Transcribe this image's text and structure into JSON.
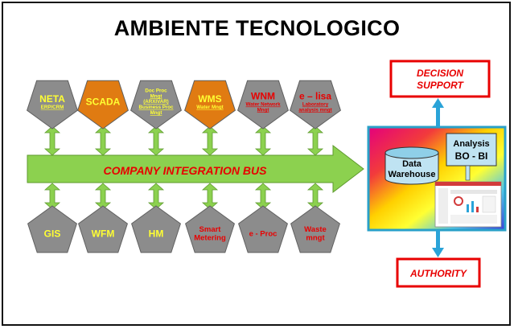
{
  "title": "AMBIENTE TECNOLOGICO",
  "bus_label": "COMPANY INTEGRATION BUS",
  "top_modules": [
    {
      "lines": [
        {
          "t": "NETA",
          "size": "l"
        },
        {
          "t": "ERP/CRM",
          "size": "s"
        }
      ],
      "fill": "#8c8c8c",
      "text_color": "#ffff33"
    },
    {
      "lines": [
        {
          "t": "SCADA",
          "size": "l"
        }
      ],
      "fill": "#e07b12",
      "text_color": "#ffff33"
    },
    {
      "lines": [
        {
          "t": "Doc Proc",
          "size": "s"
        },
        {
          "t": "Mngt",
          "size": "s"
        },
        {
          "t": "(ARXIVAR)",
          "size": "s"
        },
        {
          "t": "Business Proc",
          "size": "s"
        },
        {
          "t": "Mngt",
          "size": "s"
        }
      ],
      "fill": "#8c8c8c",
      "text_color": "#ffff33"
    },
    {
      "lines": [
        {
          "t": "WMS",
          "size": "l"
        },
        {
          "t": "Water Mngt",
          "size": "s"
        }
      ],
      "fill": "#e07b12",
      "text_color": "#ffff33"
    },
    {
      "lines": [
        {
          "t": "WNM",
          "size": "l"
        },
        {
          "t": "Water Network",
          "size": "s"
        },
        {
          "t": "Mngt",
          "size": "s"
        }
      ],
      "fill": "#8c8c8c",
      "text_color": "#e80000"
    },
    {
      "lines": [
        {
          "t": "e – lisa",
          "size": "l"
        },
        {
          "t": "Laboratory",
          "size": "s"
        },
        {
          "t": "analysis mngt",
          "size": "s"
        }
      ],
      "fill": "#8c8c8c",
      "text_color": "#e80000"
    }
  ],
  "bottom_modules": [
    {
      "lines": [
        {
          "t": "GIS",
          "size": "l"
        }
      ],
      "text_color": "#ffff33"
    },
    {
      "lines": [
        {
          "t": "WFM",
          "size": "l"
        }
      ],
      "text_color": "#ffff33"
    },
    {
      "lines": [
        {
          "t": "HM",
          "size": "l"
        }
      ],
      "text_color": "#ffff33"
    },
    {
      "lines": [
        {
          "t": "Smart",
          "size": "m"
        },
        {
          "t": "Metering",
          "size": "m"
        }
      ],
      "text_color": "#e80000"
    },
    {
      "lines": [
        {
          "t": "e - Proc",
          "size": "m"
        }
      ],
      "text_color": "#e80000"
    },
    {
      "lines": [
        {
          "t": "Waste",
          "size": "m"
        },
        {
          "t": "mngt",
          "size": "m"
        }
      ],
      "text_color": "#e80000"
    }
  ],
  "warehouse": {
    "line1": "Data",
    "line2": "Warehouse"
  },
  "analysis": {
    "line1": "Analysis",
    "line2": "BO - BI"
  },
  "decision": {
    "line1": "DECISION",
    "line2": "SUPPORT"
  },
  "authority": "AUTHORITY",
  "colors": {
    "bus": "#8cd14f",
    "bus_text": "#e80000",
    "module_gray": "#8c8c8c",
    "module_orange": "#e07b12",
    "callout_border": "#e80000",
    "link_blue": "#2aa3d8"
  }
}
